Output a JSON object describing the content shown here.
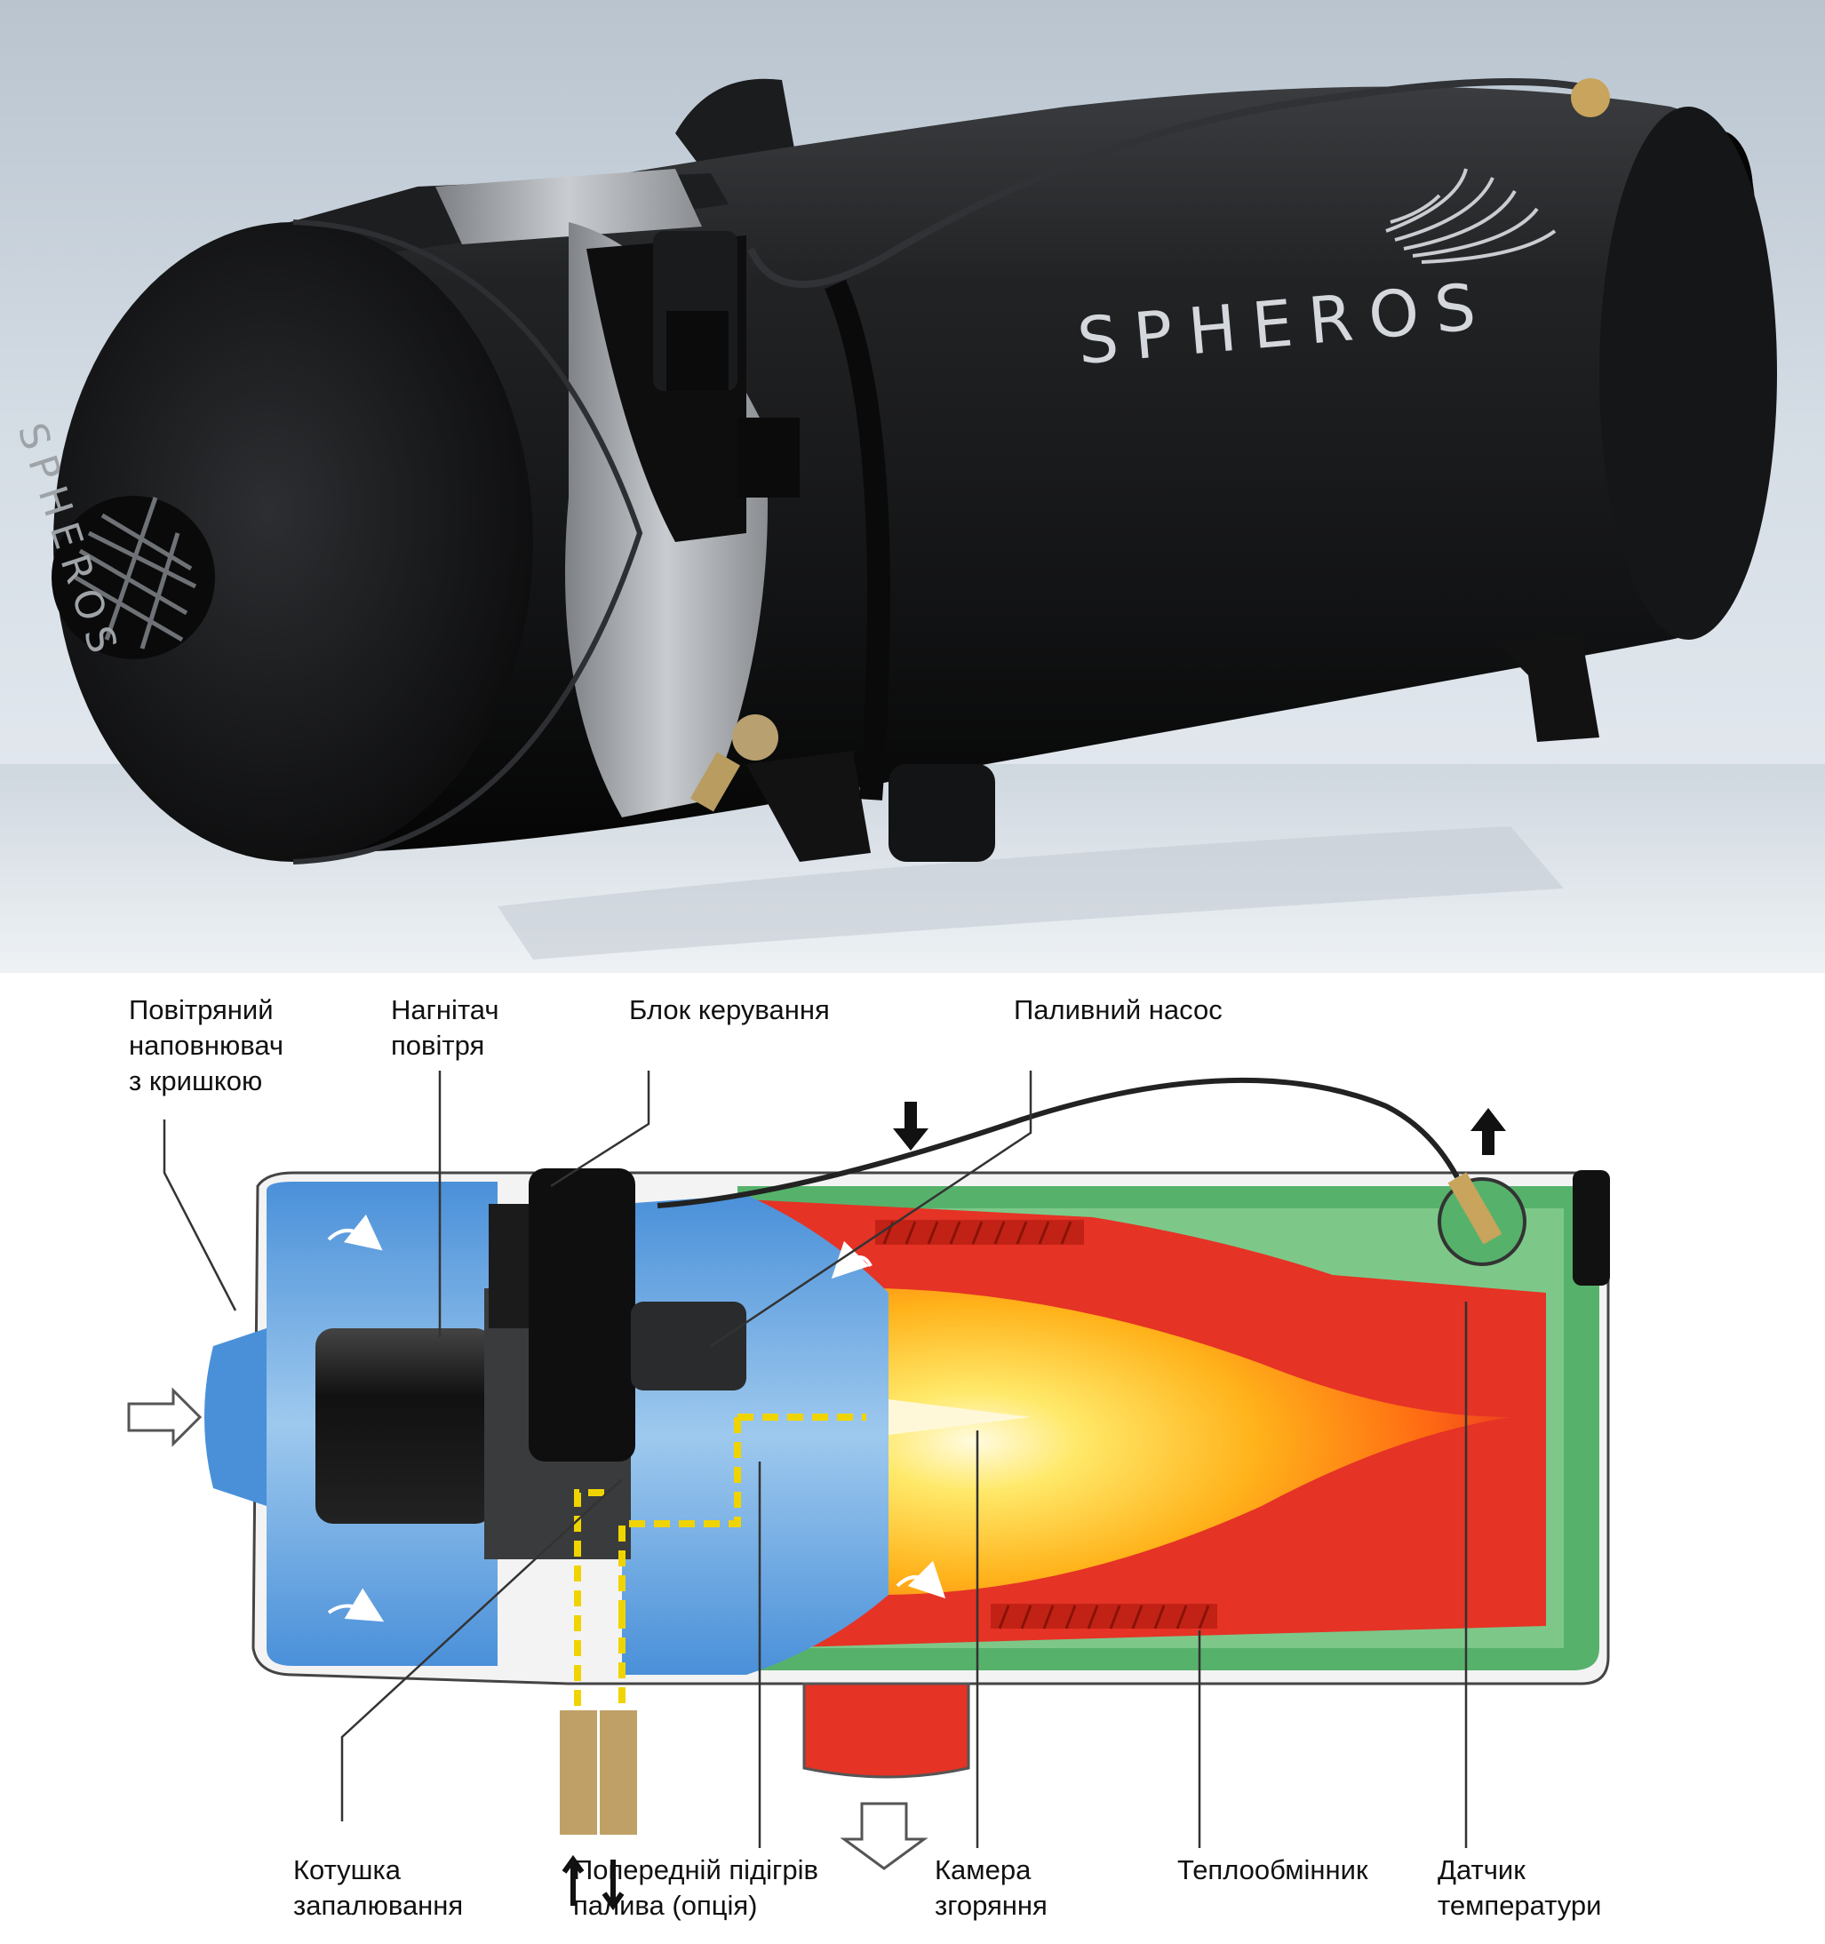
{
  "photo": {
    "brand_side": "SPHEROS",
    "brand_cap": "SPHEROS"
  },
  "diagram": {
    "labels": {
      "air_intake": "Повітряний\nнаповнювач\nз кришкою",
      "blower": "Нагнітач\nповітря",
      "control_unit": "Блок керування",
      "fuel_pump": "Паливний насос",
      "ignition_coil": "Котушка\nзапалювання",
      "fuel_preheat": "Попередній підігрів\nпалива (опція)",
      "combustion_chamber": "Камера\nзгоряння",
      "heat_exchanger": "Теплообмінник",
      "temp_sensor": "Датчик\nтемператури"
    },
    "colors": {
      "air": "#4a90d9",
      "combustion": "#e53325",
      "flame_core": "#ffe96a",
      "coolant": "#56b26b",
      "fuel": "#f0d400"
    }
  }
}
